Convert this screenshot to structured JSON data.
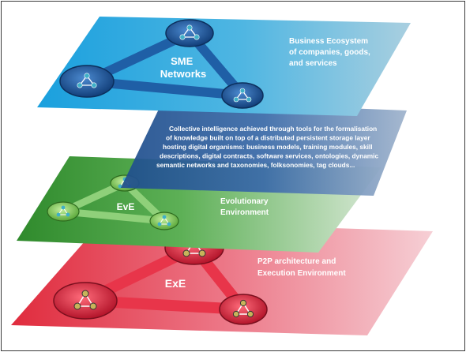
{
  "layers": {
    "business": {
      "center_label": [
        "SME",
        "Networks"
      ],
      "description": [
        "Business Ecosystem",
        "of companies, goods,",
        "and services"
      ]
    },
    "knowledge": {
      "description": [
        "Collective intelligence achieved through tools for the formalisation",
        "of knowledge built on top of a distributed persistent storage layer",
        "hosting digital organisms: business models, training modules, skill",
        "descriptions, digital contracts, software services, ontologies, dynamic",
        "semantic networks and taxonomies, folksonomies, tag clouds..."
      ]
    },
    "evolutionary": {
      "center_label": [
        "EvE"
      ],
      "description": [
        "Evolutionary",
        "Environment"
      ]
    },
    "execution": {
      "center_label": [
        "ExE"
      ],
      "description": [
        "P2P architecture and",
        "Execution Environment"
      ]
    }
  },
  "colors": {
    "business_plane_left": "#1aa0de",
    "business_plane_right": "#a9cfe0",
    "knowledge_plane_left": "#2e5f9e",
    "knowledge_plane_right": "#8fa8c6",
    "evolution_plane_left": "#3d9a3a",
    "evolution_plane_right": "#cfe3cf",
    "execution_plane_left": "#e23a4a",
    "execution_plane_right": "#f3c0c7",
    "sme_network": "#1f5fa6",
    "eve_network": "#8fd07a",
    "exe_network": "#e8354a"
  },
  "icons": [
    "triangle-network-node-icon"
  ]
}
